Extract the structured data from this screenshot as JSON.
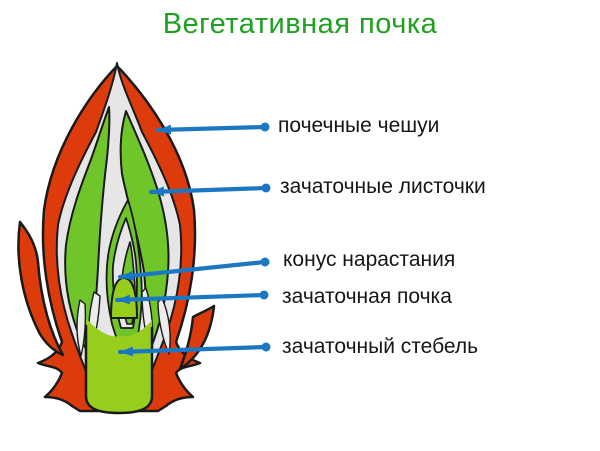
{
  "title": {
    "text": "Вегетативная почка"
  },
  "labels": [
    {
      "id": "bud-scales",
      "text": "почечные чешуи"
    },
    {
      "id": "embryonic-leaflets",
      "text": "зачаточные листочки"
    },
    {
      "id": "growth-cone",
      "text": "конус нарастания"
    },
    {
      "id": "embryonic-bud",
      "text": "зачаточная почка"
    },
    {
      "id": "embryonic-stem",
      "text": "зачаточный стебель"
    }
  ],
  "colors": {
    "title_green": "#20a020",
    "scale_red": "#dd3b0c",
    "leaf_green": "#6fc52a",
    "stem_green": "#97ce1e",
    "interior_gray": "#e6e6e6",
    "pointer_blue": "#1c77c3",
    "outline_black": "#1a1a1a",
    "background": "#ffffff"
  }
}
